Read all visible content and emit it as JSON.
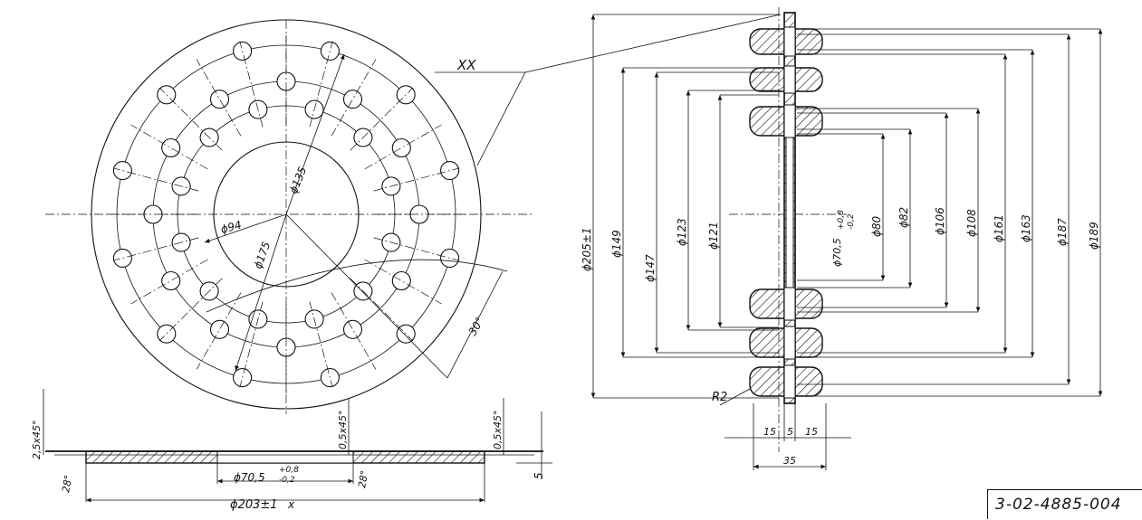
{
  "callout_label": "XX",
  "front_view": {
    "dims": {
      "d94": "ϕ94",
      "d135": "ϕ135",
      "d175": "ϕ175",
      "angle": "30°"
    }
  },
  "section_view": {
    "chamfer_left": "2,5x45°",
    "chamfer_mid": "0,5x45°",
    "chamfer_right": "0,5x45°",
    "angle_left": "28°",
    "angle_mid": "28°",
    "bore_dim": "ϕ70,5",
    "bore_tol_upper": "+0,8",
    "bore_tol_lower": "-0,2",
    "outer_dim": "ϕ203±1",
    "outer_mark": "x",
    "height": "5"
  },
  "detail_xx": {
    "radius": "R2",
    "dims_left": [
      "ϕ205±1",
      "ϕ149",
      "ϕ147",
      "ϕ123",
      "ϕ121"
    ],
    "bore_dim": "ϕ70,5",
    "bore_tol_upper": "+0,8",
    "bore_tol_lower": "-0,2",
    "dims_right": [
      "ϕ80",
      "ϕ82",
      "ϕ106",
      "ϕ108",
      "ϕ161",
      "ϕ163",
      "ϕ187",
      "ϕ189"
    ],
    "bottom_dims": [
      "15",
      "5",
      "15"
    ],
    "total_width": "35"
  },
  "drawing_number": "3-02-4885-004"
}
